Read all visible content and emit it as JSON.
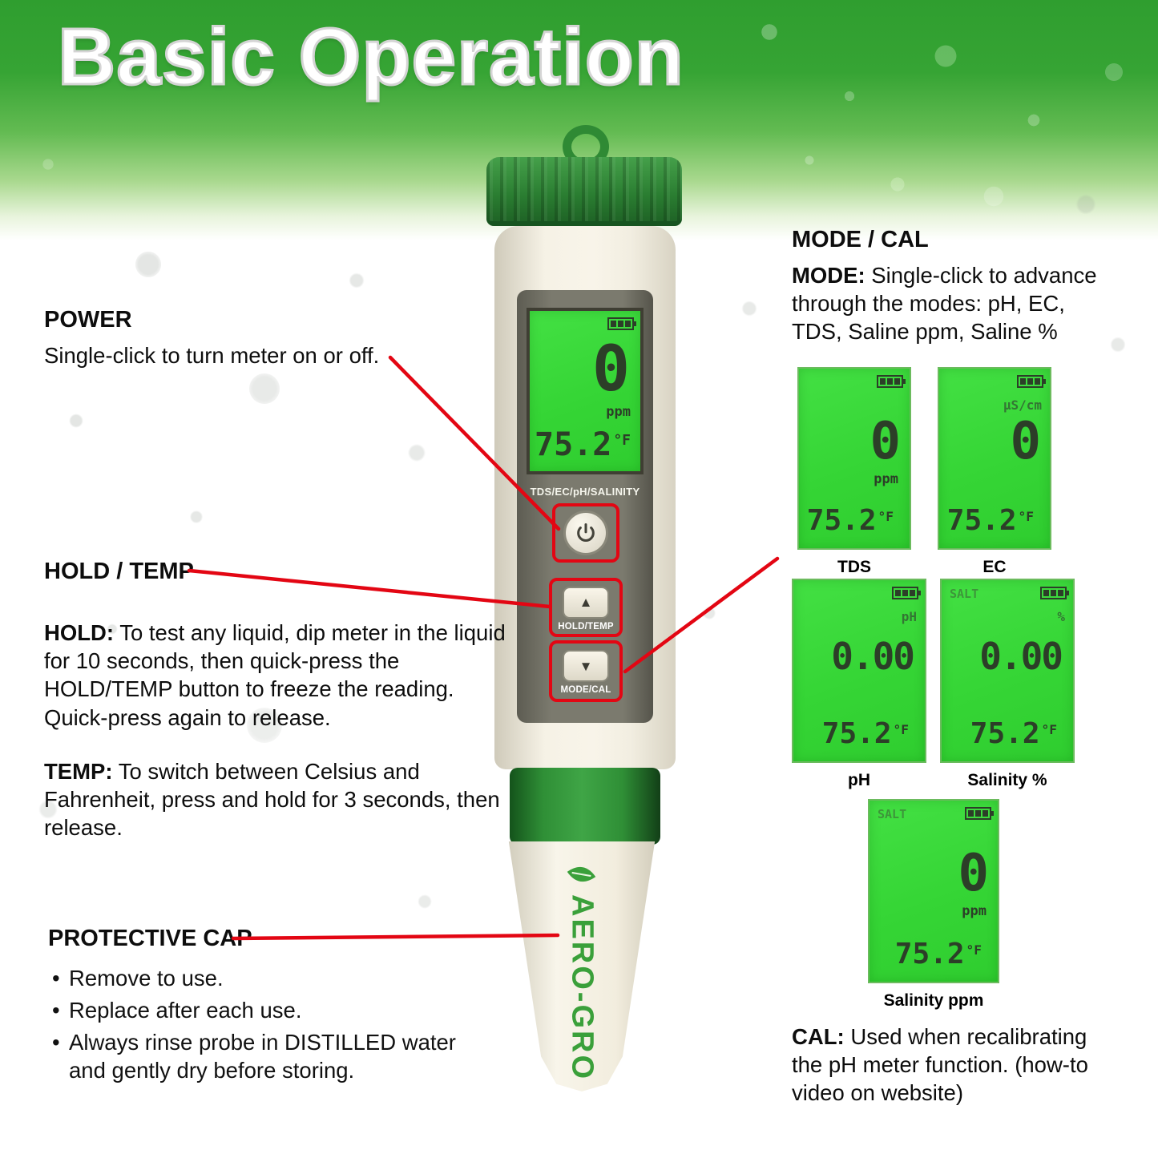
{
  "title": "Basic Operation",
  "colors": {
    "accent_red": "#e30613",
    "lcd_green": "#3edc3e",
    "cap_green": "#2e8b33",
    "body_cream": "#f4f0e4",
    "brand_green": "#3aa03a"
  },
  "device": {
    "label": "TDS/EC/pH/SALINITY",
    "brand": "AERO-GRO",
    "buttons": {
      "hold_temp_label": "HOLD/TEMP",
      "mode_cal_label": "MODE/CAL",
      "up_glyph": "▲",
      "down_glyph": "▼"
    },
    "screen": {
      "value": "0",
      "value_unit": "ppm",
      "temp": "75.2",
      "temp_unit": "°F"
    }
  },
  "annotations": {
    "power": {
      "heading": "POWER",
      "body": "Single-click to turn meter on or off."
    },
    "hold_temp": {
      "heading": "HOLD / TEMP",
      "hold_label": "HOLD:",
      "hold_body": " To test any liquid, dip meter in the liquid for 10 seconds, then quick-press the HOLD/TEMP button to freeze the reading. Quick-press again to release.",
      "temp_label": "TEMP:",
      "temp_body": " To switch between Celsius and Fahrenheit, press and hold for 3 seconds, then release."
    },
    "protective_cap": {
      "heading": "PROTECTIVE CAP",
      "bullets": [
        "Remove to use.",
        "Replace after each use.",
        "Always rinse probe in DISTILLED water and gently dry before storing."
      ]
    },
    "mode_cal": {
      "heading": "MODE / CAL",
      "mode_label": "MODE:",
      "mode_body": " Single-click to advance through the modes: pH, EC, TDS, Saline ppm, Saline %",
      "cal_label": "CAL:",
      "cal_body": " Used when recalibrating the pH meter function. (how-to video on website)"
    }
  },
  "screens": [
    {
      "name": "TDS",
      "salt": "",
      "top_unit": "",
      "value": "0",
      "value_unit": "ppm",
      "temp": "75.2",
      "temp_unit": "°F"
    },
    {
      "name": "EC",
      "salt": "",
      "top_unit": "µS/cm",
      "value": "0",
      "value_unit": "",
      "temp": "75.2",
      "temp_unit": "°F"
    },
    {
      "name": "pH",
      "salt": "",
      "top_unit": "pH",
      "value": "0.00",
      "value_unit": "",
      "temp": "75.2",
      "temp_unit": "°F"
    },
    {
      "name": "Salinity %",
      "salt": "SALT",
      "top_unit": "%",
      "value": "0.00",
      "value_unit": "",
      "temp": "75.2",
      "temp_unit": "°F"
    },
    {
      "name": "Salinity ppm",
      "salt": "SALT",
      "top_unit": "",
      "value": "0",
      "value_unit": "ppm",
      "temp": "75.2",
      "temp_unit": "°F"
    }
  ]
}
